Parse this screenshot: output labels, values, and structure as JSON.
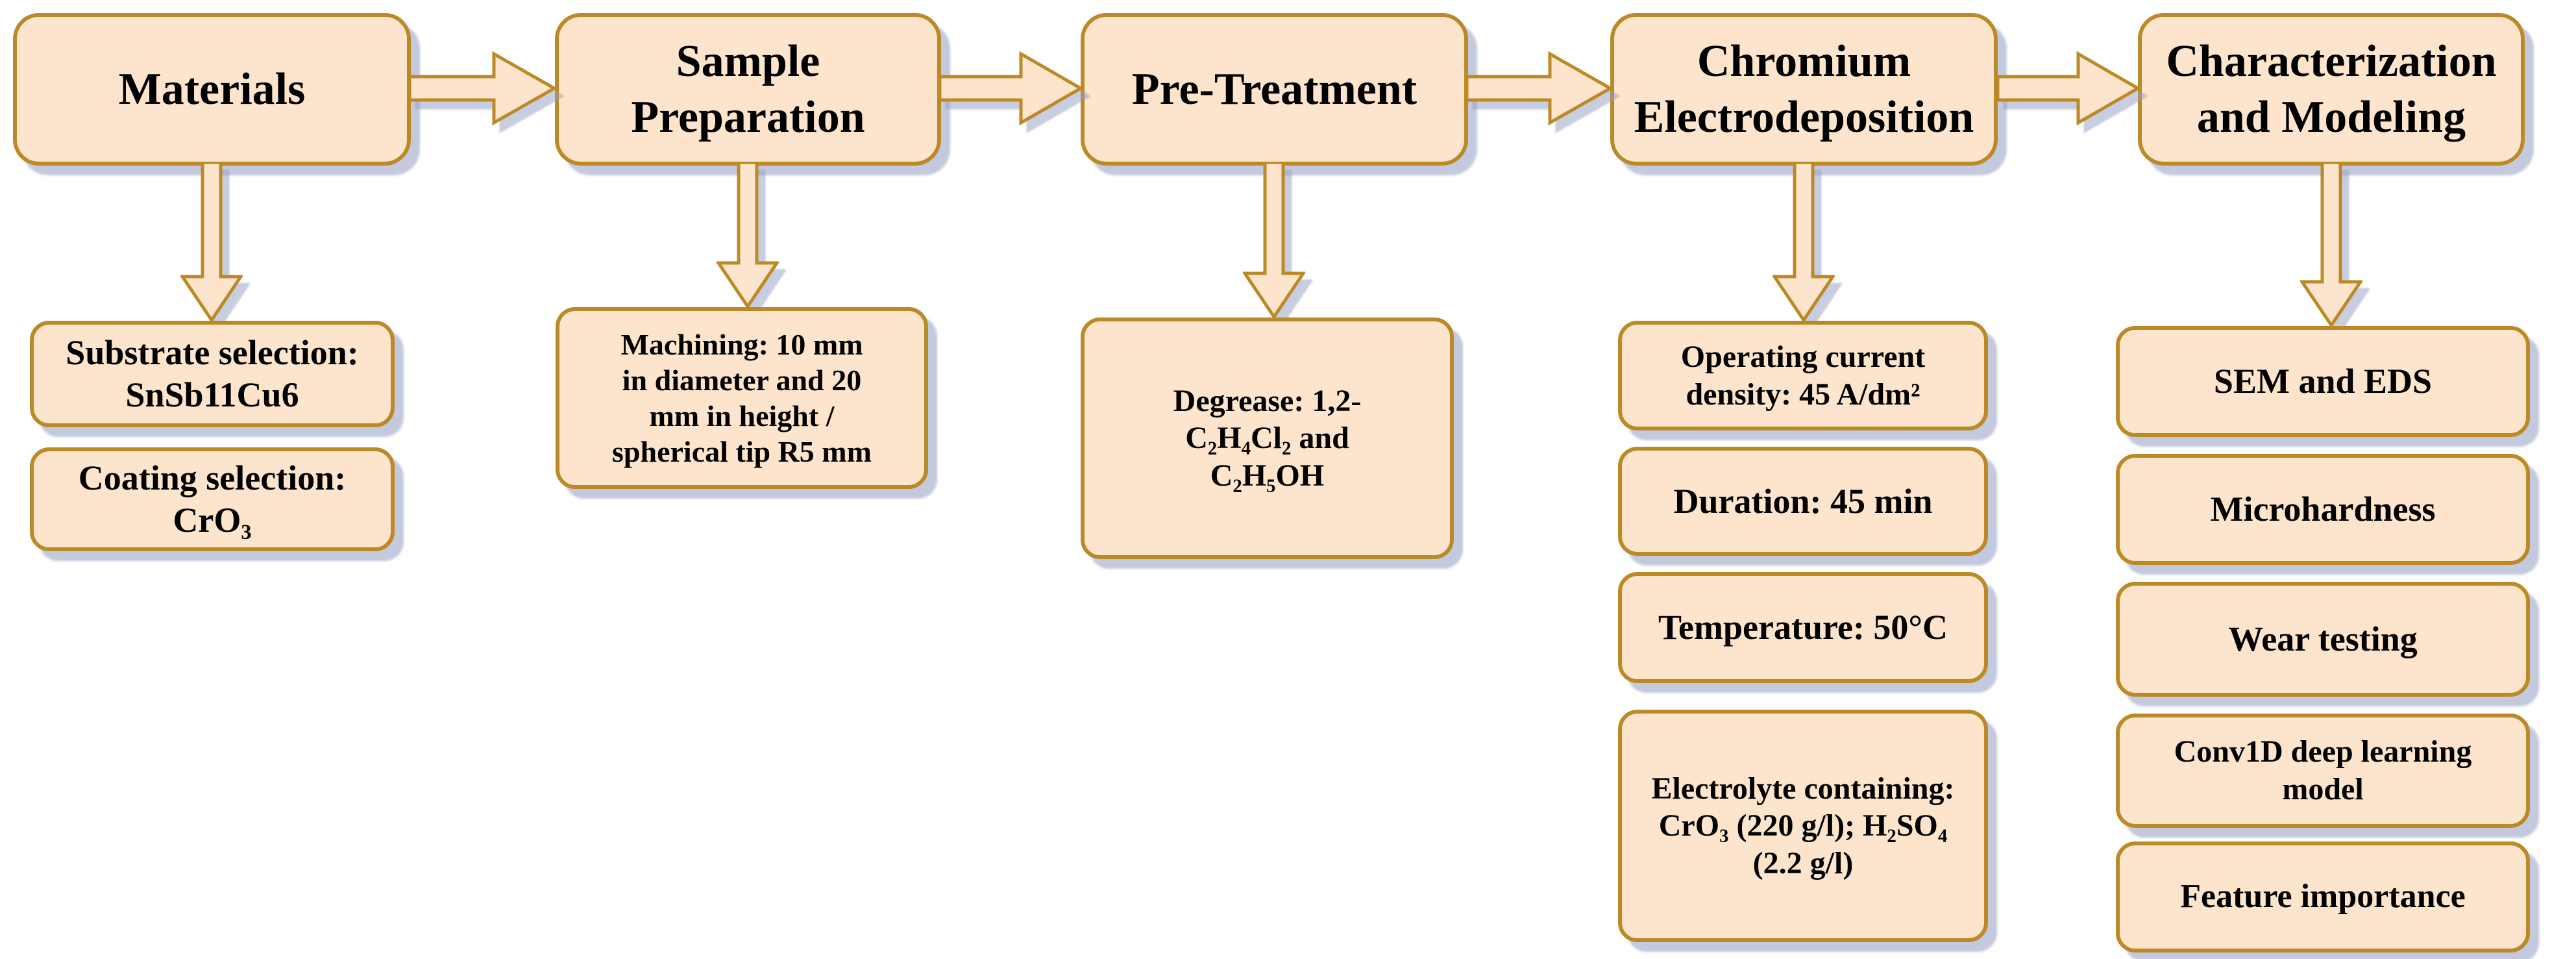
{
  "palette": {
    "box_fill": "#FCE5CC",
    "box_border": "#BB8A26",
    "text_color": "#000000",
    "shadow_color": "#949CC2",
    "background": "#FFFFFF"
  },
  "flowchart": {
    "columns": [
      {
        "header": "Materials",
        "sub_steps": [
          "Substrate selection: SnSb11Cu6",
          "Coating selection: CrO₃"
        ]
      },
      {
        "header": "Sample Preparation",
        "sub_steps": [
          "Machining: 10 mm in diameter and 20 mm in height / spherical tip R5 mm"
        ]
      },
      {
        "header": "Pre-Treatment",
        "sub_steps": [
          "Degrease: 1,2-C₂H₄Cl₂ and C₂H₅OH"
        ]
      },
      {
        "header": "Chromium Electrodeposition",
        "sub_steps": [
          "Operating current density: 45 A/dm²",
          "Duration: 45 min",
          "Temperature: 50°C",
          "Electrolyte containing: CrO₃ (220 g/l); H₂SO₄ (2.2 g/l)"
        ]
      },
      {
        "header": "Characterization and Modeling",
        "sub_steps": [
          "SEM and EDS",
          "Microhardness",
          "Wear testing",
          "Conv1D deep learning model",
          "Feature importance"
        ]
      }
    ]
  }
}
